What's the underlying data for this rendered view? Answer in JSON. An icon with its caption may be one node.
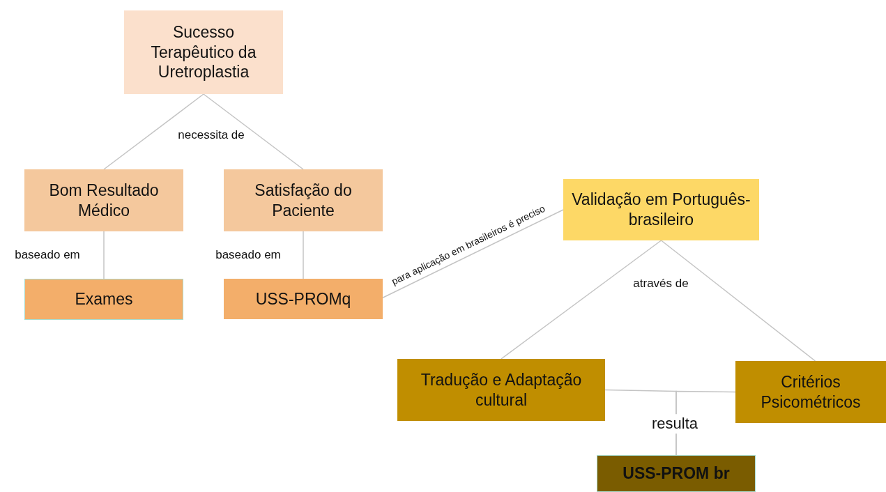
{
  "diagram": {
    "nodes": [
      {
        "text": [
          "Sucesso Terapêutico da Uretroplastia"
        ]
      },
      {
        "text": [
          "Bom Resultado Médico"
        ]
      },
      {
        "text": [
          "Satisfação do Paciente"
        ]
      },
      {
        "text": [
          "Exames"
        ]
      },
      {
        "text": [
          "USS-PROMq"
        ]
      },
      {
        "text": [
          "Validação em Português-brasileiro"
        ]
      },
      {
        "text": [
          "Tradução e Adaptação cultural"
        ]
      },
      {
        "text": [
          "Critérios Psicométricos"
        ]
      },
      {
        "text": [
          "USS-PROM br"
        ]
      }
    ],
    "edges": [
      {
        "from": 0,
        "to": 1,
        "arrow": "none",
        "label": "necessita de"
      },
      {
        "from": 0,
        "to": 2,
        "arrow": "none"
      },
      {
        "from": 1,
        "to": 3,
        "arrow": "none",
        "label": "baseado em"
      },
      {
        "from": 2,
        "to": 4,
        "arrow": "none",
        "label": "baseado em"
      },
      {
        "from": 4,
        "to": 5,
        "arrow": "none",
        "label": "para aplicação em brasileiros é preciso"
      },
      {
        "from": 5,
        "to": 6,
        "arrow": "none",
        "label": "através de"
      },
      {
        "from": 5,
        "to": 7,
        "arrow": "none"
      },
      {
        "from": 6,
        "to": 8,
        "arrow": "none",
        "label": "resulta"
      },
      {
        "from": 7,
        "to": 8,
        "arrow": "none"
      }
    ]
  }
}
